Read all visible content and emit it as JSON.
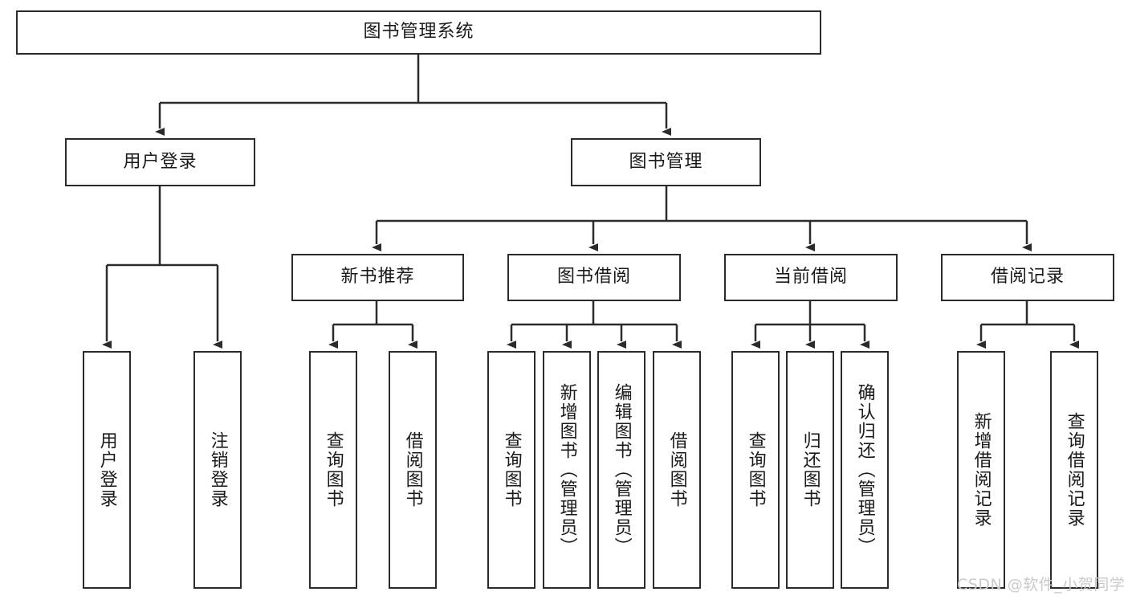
{
  "diagram": {
    "title": "图书管理系统",
    "type": "tree-hierarchy",
    "root": {
      "label": "图书管理系统"
    },
    "level2": [
      {
        "label": "用户登录"
      },
      {
        "label": "图书管理"
      }
    ],
    "level3": [
      {
        "label": "新书推荐"
      },
      {
        "label": "图书借阅"
      },
      {
        "label": "当前借阅"
      },
      {
        "label": "借阅记录"
      }
    ],
    "leaves": {
      "user_login": [
        {
          "label": "用户登录"
        },
        {
          "label": "注销登录"
        }
      ],
      "new_book_recommend": [
        {
          "label": "查询图书"
        },
        {
          "label": "借阅图书"
        }
      ],
      "book_borrow": [
        {
          "label": "查询图书"
        },
        {
          "label": "新增图书（管理员）"
        },
        {
          "label": "编辑图书（管理员）"
        },
        {
          "label": "借阅图书"
        }
      ],
      "current_borrow": [
        {
          "label": "查询图书"
        },
        {
          "label": "归还图书"
        },
        {
          "label": "确认归还（管理员）"
        }
      ],
      "borrow_record": [
        {
          "label": "新增借阅记录"
        },
        {
          "label": "查询借阅记录"
        }
      ]
    },
    "colors": {
      "stroke": "#2b2b2b",
      "fill": "#ffffff",
      "text": "#1a1a1a",
      "watermark": "#c9c9c9"
    }
  },
  "watermark": {
    "text": "CSDN @软件_小贺同学"
  }
}
